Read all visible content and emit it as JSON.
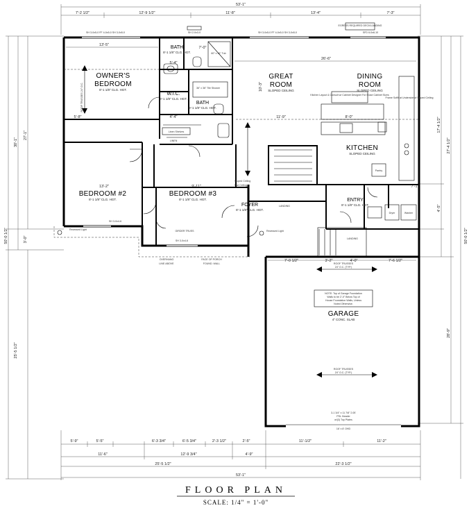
{
  "title": "FLOOR PLAN",
  "scale": "SCALE: 1/4\" = 1'-0\"",
  "rooms": {
    "owners_bedroom": {
      "name": "OWNER'S",
      "name2": "BEDROOM",
      "ceiling": "8'-1 1/8\" CLG. HGT."
    },
    "bath1": {
      "name": "BATH",
      "ceiling": "8'-1 1/8\" CLG. HGT."
    },
    "wic": {
      "name": "W.I.C.",
      "ceiling": "8'-1 1/8\" CLG. HGT."
    },
    "bath2": {
      "name": "BATH",
      "ceiling": "8'-1 1/8\" CLG. HGT."
    },
    "great_room": {
      "name": "GREAT",
      "name2": "ROOM",
      "ceiling": "SLOPED CEILING"
    },
    "dining_room": {
      "name": "DINING",
      "name2": "ROOM",
      "ceiling": "SLOPED CEILING"
    },
    "kitchen": {
      "name": "KITCHEN",
      "ceiling": "SLOPED CEILING"
    },
    "bedroom2": {
      "name": "BEDROOM #2",
      "ceiling": "8'-1 1/8\" CLG. HGT."
    },
    "bedroom3": {
      "name": "BEDROOM #3",
      "ceiling": "8'-1 1/8\" CLG. HGT."
    },
    "foyer": {
      "name": "FOYER",
      "ceiling": "8'-1 1/8\" CLG. HGT."
    },
    "entry": {
      "name": "ENTRY",
      "ceiling": "8'-1 1/8\" CLG. HGT."
    },
    "garage": {
      "name": "GARAGE",
      "ceiling": "4\" CONC. SLAB"
    }
  },
  "labels": {
    "linen_shelves": "Linen Shelves",
    "linen": "LINEN",
    "landing": "LANDING",
    "landing2": "LANDING",
    "roof_trusses_top": "ROOF TRUSSES",
    "roof_trusses_top2": "24\" O.C. (TYP.)",
    "roof_trusses_bottom": "ROOF TRUSSES",
    "roof_trusses_bottom2": "24\" O.C. (TYP.)",
    "roof_trusses_left": "ROOF TRUSSES 24\" O.C.",
    "girder_truss": "GIRDER TRUSS",
    "overhang": "OVERHANG",
    "overhang2": "LINE ABOVE",
    "face_porch": "FACE OF PORCH",
    "face_porch2": "FOUND. WALL",
    "garage_note1": "NOTE: Top of Garage Foundation",
    "garage_note2": "Walls to be 2'-0\" Below Top of",
    "garage_note3": "House Foundation Walls, Unless",
    "garage_note4": "Noted Otherwise.",
    "garage_door": "16' x 8' OHD",
    "garage_header1": "3-1 3/4\" x 11 7/8\" 2.0E",
    "garage_header2": "PSL Header",
    "garage_header3": "w/(3) Top Plates",
    "egress": "EGRESS REQUIRED DECK/LANDING",
    "recessed_light": "Recessed Light",
    "recessed_light2": "Recessed Light",
    "pantry": "Pantry",
    "dryer": "Dryer",
    "washer": "Washer",
    "kitchen_note": "Kitchen Layout & Consult w/ Cabinet Designer For Exact Cabinet Sizes",
    "frame_soffit": "Frame Soffit at Underside of Sloped Ceiling",
    "sloped_ceiling": "Sloped Ceiling",
    "flat_ceiling": "Flat Ceiling",
    "sliding_glass": "SGD 6-0x6-10",
    "shower": "36\" x 36\" Tile Shower",
    "tub": "60\" x 36\" Tub"
  },
  "windows": {
    "top_left": "SH 3-0x5-0  FF 4-0x5-0  SH 3-0x5-0",
    "top_bath": "SH 2-0x3-0",
    "top_mid": "SH 3-0x5-0  FF 4-0x5-0  SH 3-0x5-0",
    "top_right": "SFD 6-0x6-10",
    "bed2": "SH 3-0x4-6",
    "bed3": "SH 3-0x4-6"
  },
  "dims_top": {
    "overall": "53'-1\"",
    "segments": [
      "7'-2 1/2\"",
      "12'-9 1/2\"",
      "11'-8\"",
      "13'-4\"",
      "7'-3\""
    ]
  },
  "dims_bottom": {
    "overall": "53'-1\"",
    "row1": [
      "5'-9\"",
      "5'-5\"",
      "6'-3 3/4\"",
      "6'-5 3/4\"",
      "2'-3 1/2\"",
      "2'-5\"",
      "11'-1/2\"",
      "11'-2\""
    ],
    "row2": [
      "11'-6\"",
      "12'-9 3/4\"",
      "4'-9\""
    ],
    "row3": [
      "25'-5 1/2\"",
      "22'-3 1/2\""
    ]
  },
  "dims_left": {
    "overall": "50'-0 1/2\"",
    "segments": [
      "30'-1\"",
      "27'-1\"",
      "3'-0\"",
      "25'-5 1/2\""
    ]
  },
  "dims_right": {
    "overall": "50'-0 1/2\"",
    "segments": [
      "27'-4 1/2\"",
      "17'-4 1/2\"",
      "4'-5\"",
      "28'-9\""
    ]
  },
  "interior_dims": [
    "13'-5\"",
    "26'-6\"",
    "5'-4\"",
    "7'-0\"",
    "13'-2\"",
    "9'-11\"",
    "10'-3\"",
    "8'-0\"",
    "4'-4\"",
    "5'-8\"",
    "7'-0 1/2\"",
    "7'-6 1/2\"",
    "3'-2\"",
    "4'-0\"",
    "11'-9\"",
    "7'-1\""
  ]
}
